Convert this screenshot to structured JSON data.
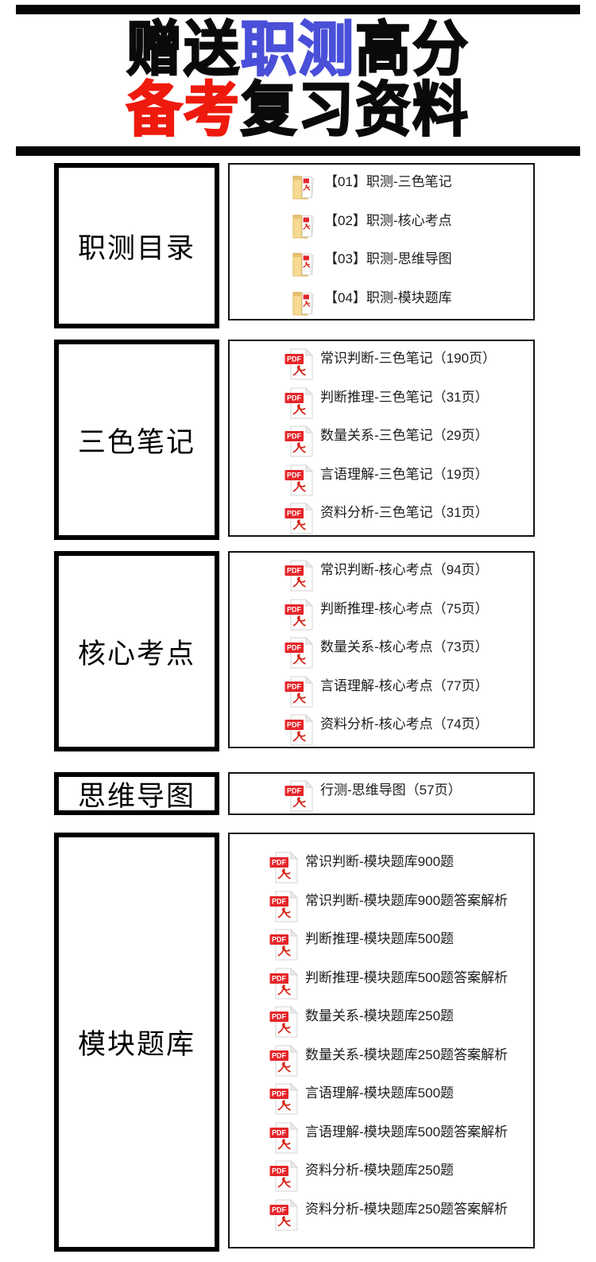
{
  "colors": {
    "accent_blue": "#4a4fd8",
    "accent_red": "#ee1a0d"
  },
  "title": {
    "line1": [
      {
        "text": "赠送",
        "color": "#0a0a0a"
      },
      {
        "text": "职测",
        "color": "#4a4fd8"
      },
      {
        "text": "高分",
        "color": "#0a0a0a"
      }
    ],
    "line2": [
      {
        "text": "备考",
        "color": "#ee1a0d"
      },
      {
        "text": "复习资料",
        "color": "#0a0a0a"
      }
    ]
  },
  "icons": {
    "pdf_badge": "PDF",
    "pdf_file": "pdf-file-icon",
    "pdf_folder": "folder-pdf-icon"
  },
  "sections": [
    {
      "label": "职测目录",
      "items": [
        "【01】职测-三色笔记",
        "【02】职测-核心考点",
        "【03】职测-思维导图",
        "【04】职测-模块题库"
      ]
    },
    {
      "label": "三色笔记",
      "items": [
        "常识判断-三色笔记（190页）",
        "判断推理-三色笔记（31页）",
        "数量关系-三色笔记（29页）",
        "言语理解-三色笔记（19页）",
        "资料分析-三色笔记（31页）"
      ]
    },
    {
      "label": "核心考点",
      "items": [
        "常识判断-核心考点（94页）",
        "判断推理-核心考点（75页）",
        "数量关系-核心考点（73页）",
        "言语理解-核心考点（77页）",
        "资料分析-核心考点（74页）"
      ]
    },
    {
      "label": "思维导图",
      "items": [
        "行测-思维导图（57页）"
      ]
    },
    {
      "label": "模块题库",
      "items": [
        "常识判断-模块题库900题",
        "常识判断-模块题库900题答案解析",
        "判断推理-模块题库500题",
        "判断推理-模块题库500题答案解析",
        "数量关系-模块题库250题",
        "数量关系-模块题库250题答案解析",
        "言语理解-模块题库500题",
        "言语理解-模块题库500题答案解析",
        "资料分析-模块题库250题",
        "资料分析-模块题库250题答案解析"
      ]
    }
  ]
}
